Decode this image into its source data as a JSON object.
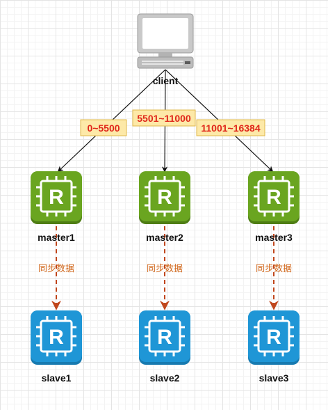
{
  "client": {
    "label": "client",
    "icon": "computer-icon"
  },
  "ranges": [
    "0~5500",
    "5501~11000",
    "11001~16384"
  ],
  "masters": [
    {
      "label": "master1",
      "icon_letter": "R"
    },
    {
      "label": "master2",
      "icon_letter": "R"
    },
    {
      "label": "master3",
      "icon_letter": "R"
    }
  ],
  "slaves": [
    {
      "label": "slave1",
      "icon_letter": "R"
    },
    {
      "label": "slave2",
      "icon_letter": "R"
    },
    {
      "label": "slave3",
      "icon_letter": "R"
    }
  ],
  "sync_label": "同步数据",
  "colors": {
    "master": "#6aa520",
    "master_border": "#4e7d14",
    "slave": "#1f96d6",
    "slave_border": "#177ab0",
    "range_bg": "#fde9a8",
    "range_border": "#e0b84b",
    "range_text": "#e0261a",
    "sync_arrow": "#c0461c",
    "edge": "#111111"
  }
}
